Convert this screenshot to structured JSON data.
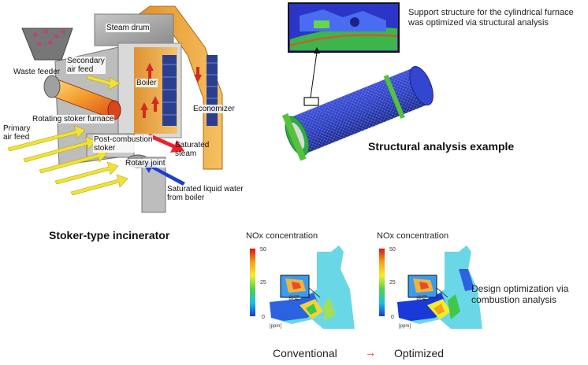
{
  "incinerator": {
    "caption": "Stoker-type incinerator",
    "labels": {
      "steam_drum": "Steam drum",
      "waste_feeder": "Waste feeder",
      "secondary_air": "Secondary\nair feed",
      "boiler": "Boiler",
      "economizer": "Economizer",
      "rotating_stoker": "Rotating stoker furnace",
      "primary_air": "Primary\nair feed",
      "post_combustion": "Post-combustion\nstoker",
      "saturated_steam": "Saturated\nsteam",
      "rotary_joint": "Rotary joint",
      "saturated_water": "Saturated liquid water\nfrom boiler"
    }
  },
  "structural": {
    "note": "Support structure for the cylindrical furnace was optimized via structural analysis",
    "caption": "Structural analysis example"
  },
  "combustion": {
    "maps": [
      {
        "title": "NOx concentration",
        "scale_max": "50",
        "scale_mid": "25",
        "scale_min": "0",
        "unit": "[ppm]",
        "inset": "前壁"
      },
      {
        "title": "NOx concentration",
        "scale_max": "50",
        "scale_mid": "25",
        "scale_min": "0",
        "unit": "[ppm]",
        "inset": "前壁"
      }
    ],
    "note": "Design optimization via combustion analysis",
    "conventional": "Conventional",
    "arrow": "→",
    "optimized": "Optimized"
  },
  "colors": {
    "arrow_red": "#e8232a",
    "accent_orange": "#f0a030",
    "frame_gray": "#9a9a9a"
  }
}
